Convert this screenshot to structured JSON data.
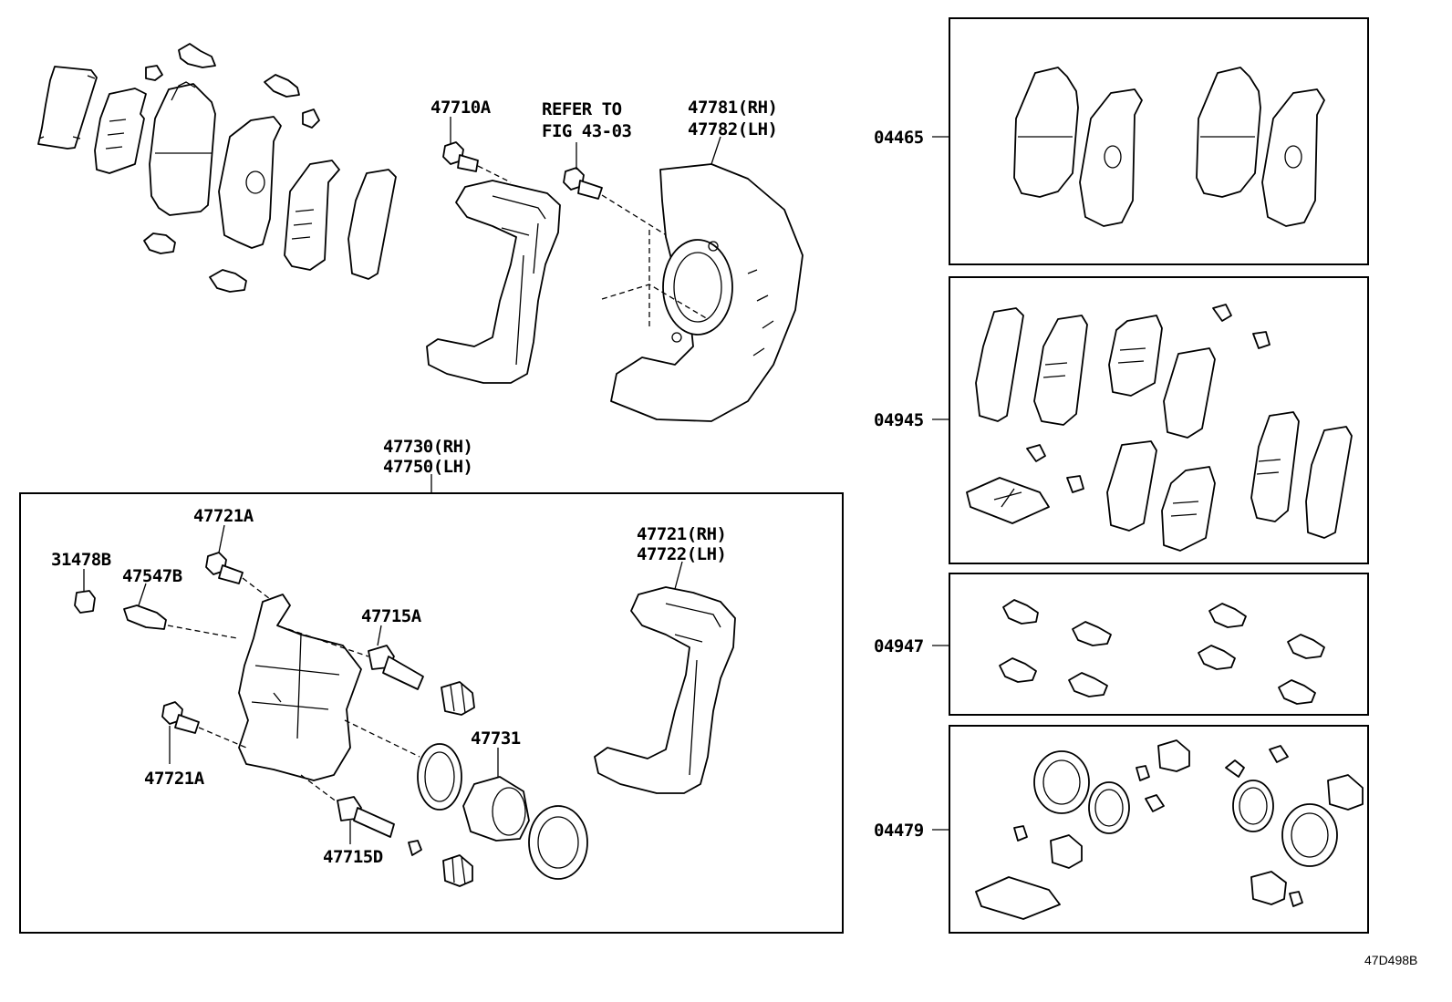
{
  "figure_code": "47D498B",
  "labels": {
    "torque_plate_bolt": "47710A",
    "refer_line1": "REFER TO",
    "refer_line2": "FIG 43-03",
    "dust_cover_rh": "47781(RH)",
    "dust_cover_lh": "47782(LH)",
    "caliper_assy_rh": "47730(RH)",
    "caliper_assy_lh": "47750(LH)",
    "bleeder_cap": "31478B",
    "bleeder_plug": "47547B",
    "bolt_upper": "47721A",
    "bolt_lower": "47721A",
    "slide_pin_a": "47715A",
    "slide_pin_d": "47715D",
    "piston": "47731",
    "mounting_rh": "47721(RH)",
    "mounting_lh": "47722(LH)"
  },
  "kits": [
    {
      "code": "04465"
    },
    {
      "code": "04945"
    },
    {
      "code": "04947"
    },
    {
      "code": "04479"
    }
  ]
}
